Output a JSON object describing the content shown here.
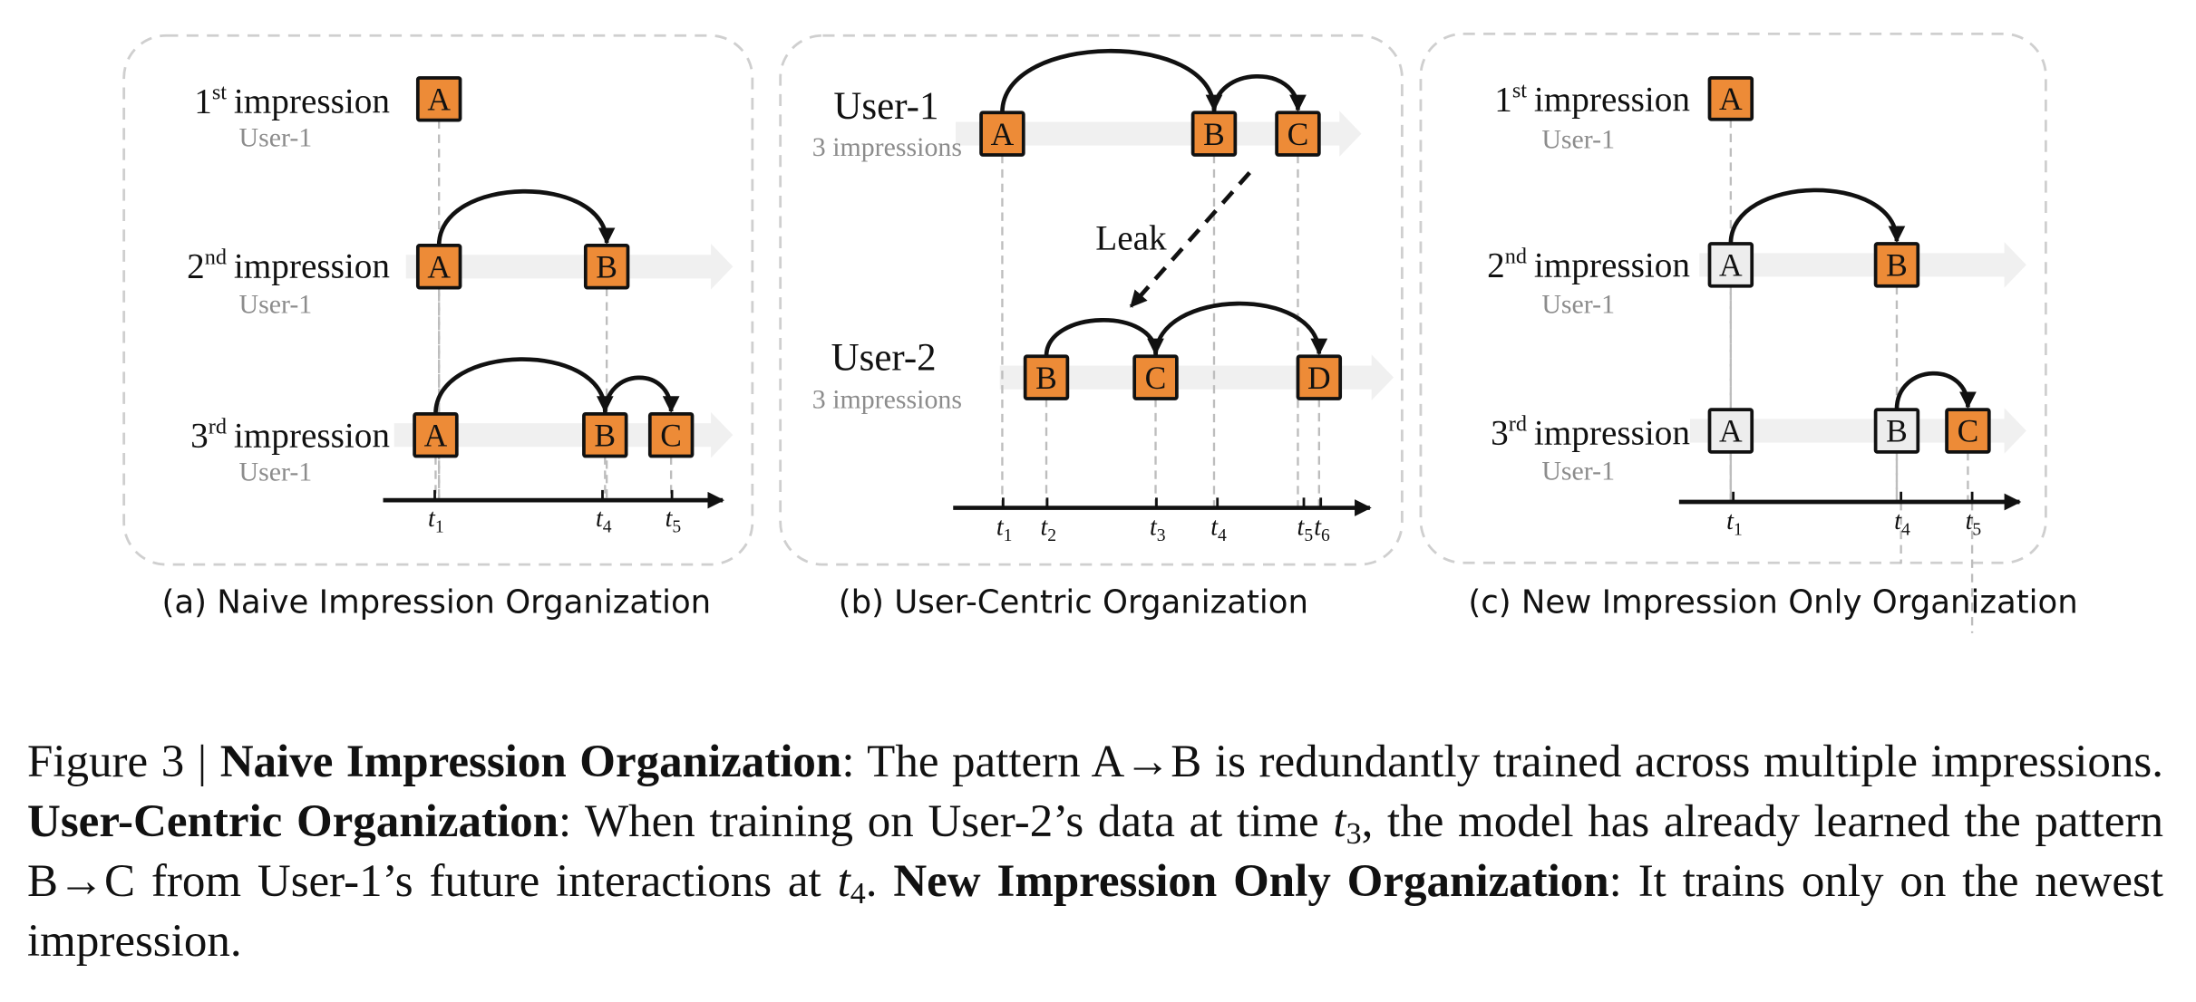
{
  "colors": {
    "active_box": "#ED8B37",
    "inactive_box": "#EDEDED",
    "box_stroke": "#111111",
    "band": "#F0F0F0",
    "panel_border": "#CFCFCF",
    "guide_line": "#BDBDBD",
    "sublabel": "#8C8C8C"
  },
  "panels": [
    {
      "id": "a",
      "caption": "(a) Naive Impression Organization",
      "rows": [
        {
          "ordinal": "1",
          "suffix": "st",
          "title": "impression",
          "sublabel": "User-1",
          "items": [
            {
              "label": "A",
              "state": "active",
              "time": "t1"
            }
          ],
          "arcs": []
        },
        {
          "ordinal": "2",
          "suffix": "nd",
          "title": "impression",
          "sublabel": "User-1",
          "items": [
            {
              "label": "A",
              "state": "active",
              "time": "t1"
            },
            {
              "label": "B",
              "state": "active",
              "time": "t4"
            }
          ],
          "arcs": [
            [
              "A",
              "B"
            ]
          ]
        },
        {
          "ordinal": "3",
          "suffix": "rd",
          "title": "impression",
          "sublabel": "User-1",
          "items": [
            {
              "label": "A",
              "state": "active",
              "time": "t1"
            },
            {
              "label": "B",
              "state": "active",
              "time": "t4"
            },
            {
              "label": "C",
              "state": "active",
              "time": "t5"
            }
          ],
          "arcs": [
            [
              "A",
              "B"
            ],
            [
              "B",
              "C"
            ]
          ]
        }
      ],
      "ticks": [
        {
          "base": "t",
          "sub": "1"
        },
        {
          "base": "t",
          "sub": "4"
        },
        {
          "base": "t",
          "sub": "5"
        }
      ]
    },
    {
      "id": "b",
      "caption": "(b) User-Centric Organization",
      "rows": [
        {
          "title": "User-1",
          "sublabel": "3 impressions",
          "items": [
            {
              "label": "A",
              "state": "active",
              "time": "t1"
            },
            {
              "label": "B",
              "state": "active",
              "time": "t4"
            },
            {
              "label": "C",
              "state": "active",
              "time": "t5"
            }
          ],
          "arcs": [
            [
              "A",
              "B"
            ],
            [
              "B",
              "C"
            ]
          ]
        },
        {
          "title": "User-2",
          "sublabel": "3 impressions",
          "items": [
            {
              "label": "B",
              "state": "active",
              "time": "t2"
            },
            {
              "label": "C",
              "state": "active",
              "time": "t3"
            },
            {
              "label": "D",
              "state": "active",
              "time": "t6"
            }
          ],
          "arcs": [
            [
              "B",
              "C"
            ],
            [
              "C",
              "D"
            ]
          ]
        }
      ],
      "leak_label": "Leak",
      "ticks": [
        {
          "base": "t",
          "sub": "1"
        },
        {
          "base": "t",
          "sub": "2"
        },
        {
          "base": "t",
          "sub": "3"
        },
        {
          "base": "t",
          "sub": "4"
        },
        {
          "base": "t",
          "sub": "5"
        },
        {
          "base": "t",
          "sub": "6"
        }
      ]
    },
    {
      "id": "c",
      "caption": "(c) New Impression Only Organization",
      "rows": [
        {
          "ordinal": "1",
          "suffix": "st",
          "title": "impression",
          "sublabel": "User-1",
          "items": [
            {
              "label": "A",
              "state": "active",
              "time": "t1"
            }
          ],
          "arcs": []
        },
        {
          "ordinal": "2",
          "suffix": "nd",
          "title": "impression",
          "sublabel": "User-1",
          "items": [
            {
              "label": "A",
              "state": "inactive",
              "time": "t1"
            },
            {
              "label": "B",
              "state": "active",
              "time": "t4"
            }
          ],
          "arcs": [
            [
              "A",
              "B"
            ]
          ]
        },
        {
          "ordinal": "3",
          "suffix": "rd",
          "title": "impression",
          "sublabel": "User-1",
          "items": [
            {
              "label": "A",
              "state": "inactive",
              "time": "t1"
            },
            {
              "label": "B",
              "state": "inactive",
              "time": "t4"
            },
            {
              "label": "C",
              "state": "active",
              "time": "t5"
            }
          ],
          "arcs": [
            [
              "B",
              "C"
            ]
          ]
        }
      ],
      "ticks": [
        {
          "base": "t",
          "sub": "1"
        },
        {
          "base": "t",
          "sub": "4"
        },
        {
          "base": "t",
          "sub": "5"
        }
      ]
    }
  ],
  "caption": {
    "figure_label": "Figure 3 | ",
    "s1_bold": "Naive Impression Organization",
    "s1_text": ": The pattern A→B is redundantly trained across multiple impressions. ",
    "s2_bold": "User-Centric Organization",
    "s2_text_a": ": When training on User-2’s data at time ",
    "s2_time_base": "t",
    "s2_time_sub": "3",
    "s2_text_b": ", the model has already learned the pattern B→C from User-1’s future interactions at ",
    "s2_time2_base": "t",
    "s2_time2_sub": "4",
    "s2_text_c": ". ",
    "s3_bold": "New Impression Only Organization",
    "s3_text": ": It trains only on the newest impression."
  }
}
